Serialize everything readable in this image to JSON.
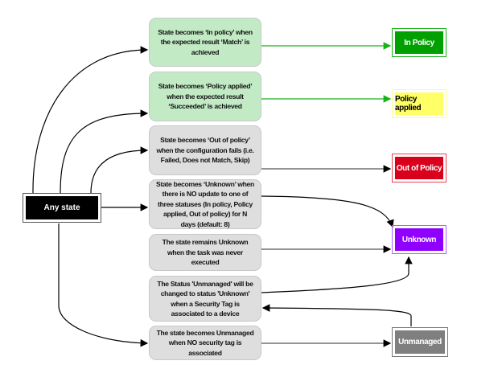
{
  "source": {
    "label": "Any state"
  },
  "conditions": [
    {
      "text": "State becomes ‘In policy’ when the expected result ‘Match’ is achieved"
    },
    {
      "text": "State becomes ‘Policy applied’ when  the expected result ‘Succeeded’ is achieved"
    },
    {
      "text": "State becomes ‘Out of policy’ when  the configuration fails (i.e. Failed, Does not Match, Skip)"
    },
    {
      "text": "State becomes ‘Unknown’ when  there is NO update to one of three statuses (In policy, Policy applied, Out of policy) for N days (default: 8)"
    },
    {
      "text": "The state remains Unknown when the task was never executed"
    },
    {
      "text": "The Status 'Unmanaged' will be changed to status 'Unknown' when a Security Tag is associated to a device"
    },
    {
      "text": "The state becomes Unmanaged when NO security tag is associated"
    }
  ],
  "statuses": [
    {
      "label": "In Policy",
      "color": "#00a000",
      "text_color": "#ffffff"
    },
    {
      "label": "Policy applied",
      "color": "#ffff66",
      "text_color": "#000000"
    },
    {
      "label": "Out of Policy",
      "color": "#d9001b",
      "text_color": "#ffffff"
    },
    {
      "label": "Unknown",
      "color": "#8f00ff",
      "text_color": "#ffffff"
    },
    {
      "label": "Unmanaged",
      "color": "#7f7f7f",
      "text_color": "#ffffff"
    }
  ]
}
